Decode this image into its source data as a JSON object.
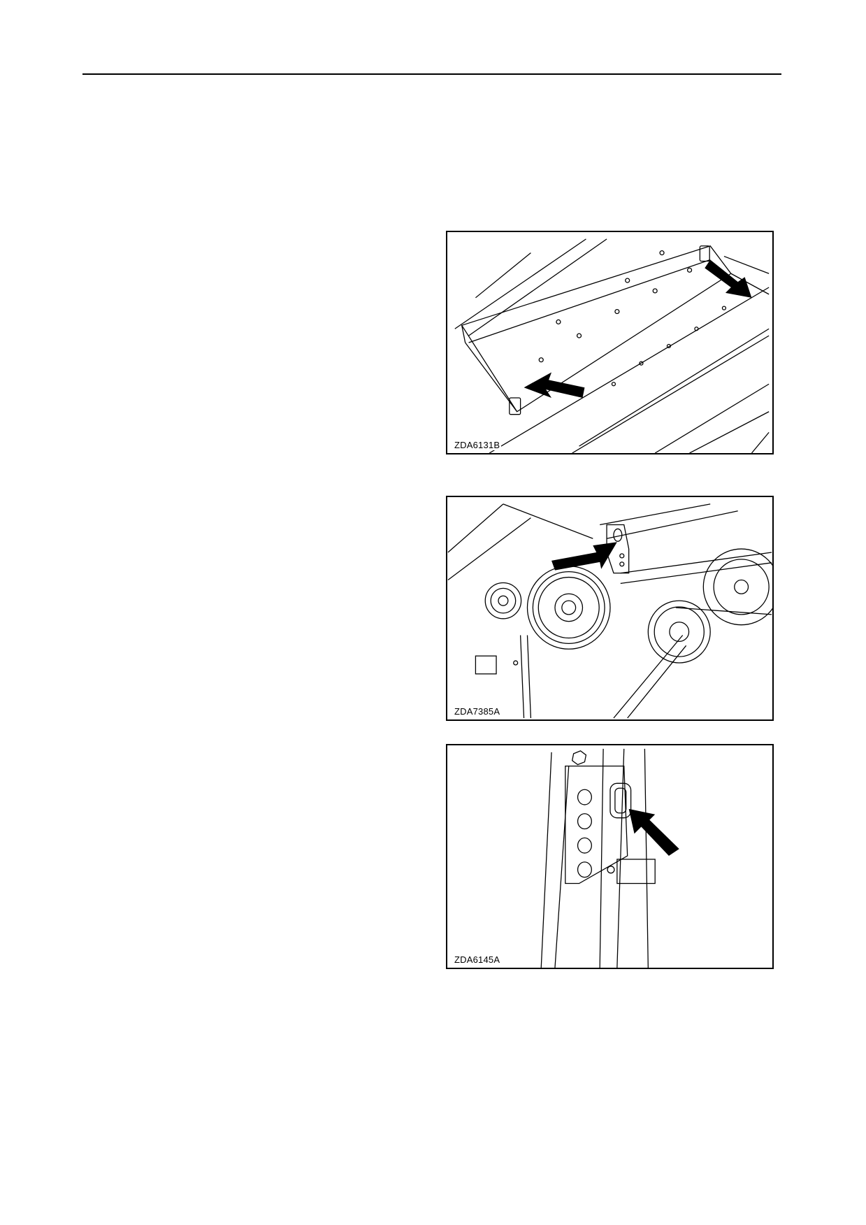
{
  "figures": [
    {
      "code": "ZDA6131B",
      "subject": "sieve-panel-brackets"
    },
    {
      "code": "ZDA7385A",
      "subject": "pulley-drive-bracket"
    },
    {
      "code": "ZDA6145A",
      "subject": "slotted-bracket-closeup"
    }
  ],
  "colors": {
    "line": "#000000",
    "background": "#ffffff"
  }
}
